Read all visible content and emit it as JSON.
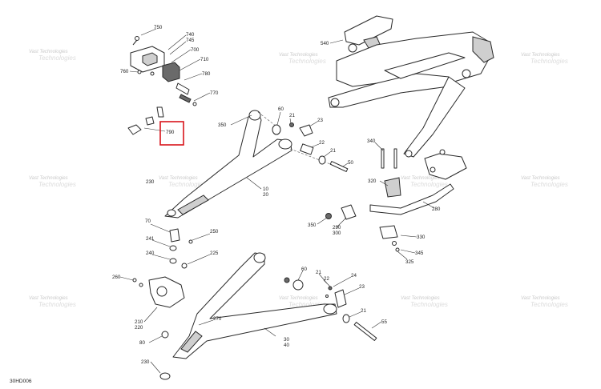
{
  "watermark": {
    "line1": "Vast Technologies",
    "line2": "Technologies"
  },
  "document_code": "30HD006",
  "highlight_color": "#d9141b",
  "labels": {
    "l750": "750",
    "l740": "740",
    "l745": "745",
    "l700": "700",
    "l710": "710",
    "l760": "760",
    "l780": "780",
    "l770": "770",
    "l790": "790",
    "l540": "540",
    "l350": "350",
    "l60a": "60",
    "l21a": "21",
    "l23a": "23",
    "l22a": "22",
    "l21b": "21",
    "l50": "50",
    "l230a": "230",
    "l10a": "10",
    "l20a": "20",
    "l340": "340",
    "l320": "320",
    "l280": "280",
    "l330": "330",
    "l345": "345",
    "l325": "325",
    "l350b": "350",
    "l290": "290",
    "l300": "300",
    "l70": "70",
    "l250": "250",
    "l241": "241",
    "l240": "240",
    "l225": "225",
    "l260": "260",
    "l210": "210",
    "l220": "220",
    "l270": "270",
    "l80": "80",
    "l230b": "230",
    "l30": "30",
    "l40": "40",
    "l60b": "60",
    "l21c": "21",
    "l22b": "22",
    "l24": "24",
    "l23b": "23",
    "l21d": "21",
    "l55": "55"
  }
}
